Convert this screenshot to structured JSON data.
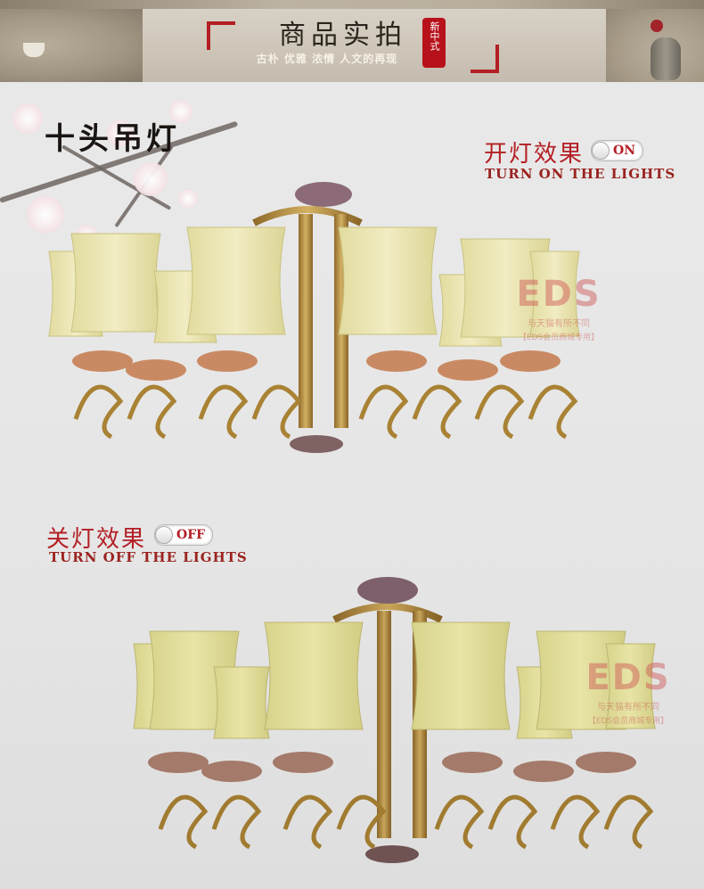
{
  "banner": {
    "title": "商品实拍",
    "subtitle": "古朴 优雅 浓情 人文的再现",
    "seal": "新中式"
  },
  "product": {
    "name": "十头吊灯"
  },
  "lights_on": {
    "label_cn": "开灯效果",
    "toggle": "ON",
    "label_en": "TURN ON THE LIGHTS"
  },
  "lights_off": {
    "label_cn": "关灯效果",
    "toggle": "OFF",
    "label_en": "TURN OFF THE LIGHTS"
  },
  "watermark": {
    "logo": "EDS",
    "line1": "与天猫有所不同",
    "line2": "【EDS会员商城专用】"
  },
  "colors": {
    "accent_red": "#b31f24",
    "brass": "#b08a3a",
    "shade": "#e6e2a4"
  }
}
